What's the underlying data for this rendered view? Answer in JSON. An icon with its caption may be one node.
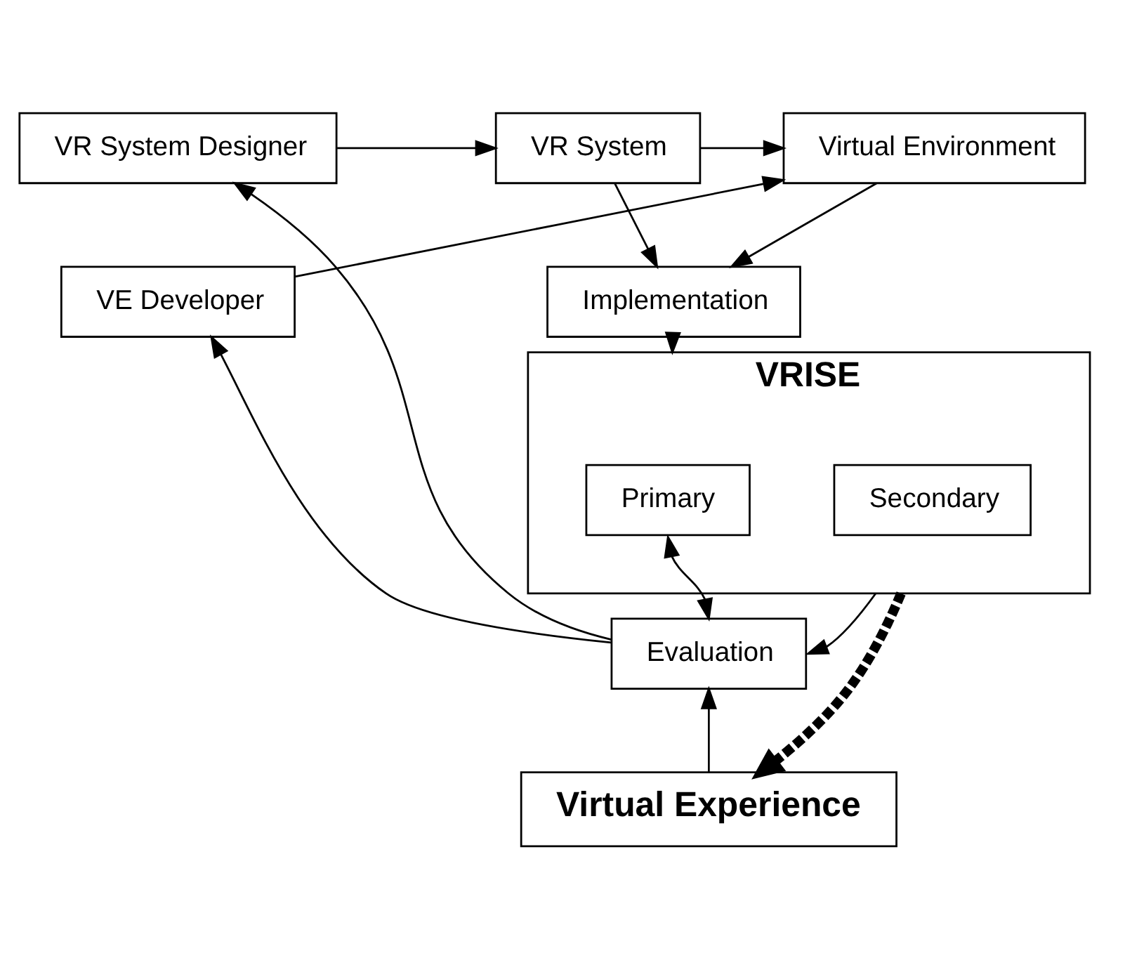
{
  "diagram": {
    "nodes": [
      {
        "text": [
          "VR System Designer"
        ]
      },
      {
        "text": [
          "VR System"
        ]
      },
      {
        "text": [
          "Virtual Environment"
        ]
      },
      {
        "text": [
          "VE Developer"
        ]
      },
      {
        "text": [
          "Implementation"
        ]
      },
      {
        "text": [
          "VRISE"
        ]
      },
      {
        "text": [
          "Primary"
        ],
        "in": 5
      },
      {
        "text": [
          "Secondary"
        ],
        "in": 5
      },
      {
        "text": [
          "Evaluation"
        ]
      },
      {
        "text": [
          "Virtual Experience"
        ]
      }
    ],
    "edges": [
      {
        "from": 0,
        "to": 1,
        "arrow": "to"
      },
      {
        "from": 3,
        "to": 2,
        "arrow": "to"
      },
      {
        "from": 1,
        "to": 2,
        "arrow": "to"
      },
      {
        "from": 1,
        "to": 4,
        "arrow": "to"
      },
      {
        "from": 2,
        "to": 4,
        "arrow": "to"
      },
      {
        "from": 4,
        "to": 5,
        "arrow": "to"
      },
      {
        "from": 5,
        "to": 8,
        "arrow": "to"
      },
      {
        "from": 8,
        "to": 6,
        "arrow": "both"
      },
      {
        "from": 8,
        "to": 0,
        "arrow": "to"
      },
      {
        "from": 8,
        "to": 3,
        "arrow": "to"
      },
      {
        "from": 9,
        "to": 8,
        "arrow": "to"
      },
      {
        "from": 5,
        "to": 9,
        "arrow": "to",
        "style": "dashed"
      }
    ]
  }
}
